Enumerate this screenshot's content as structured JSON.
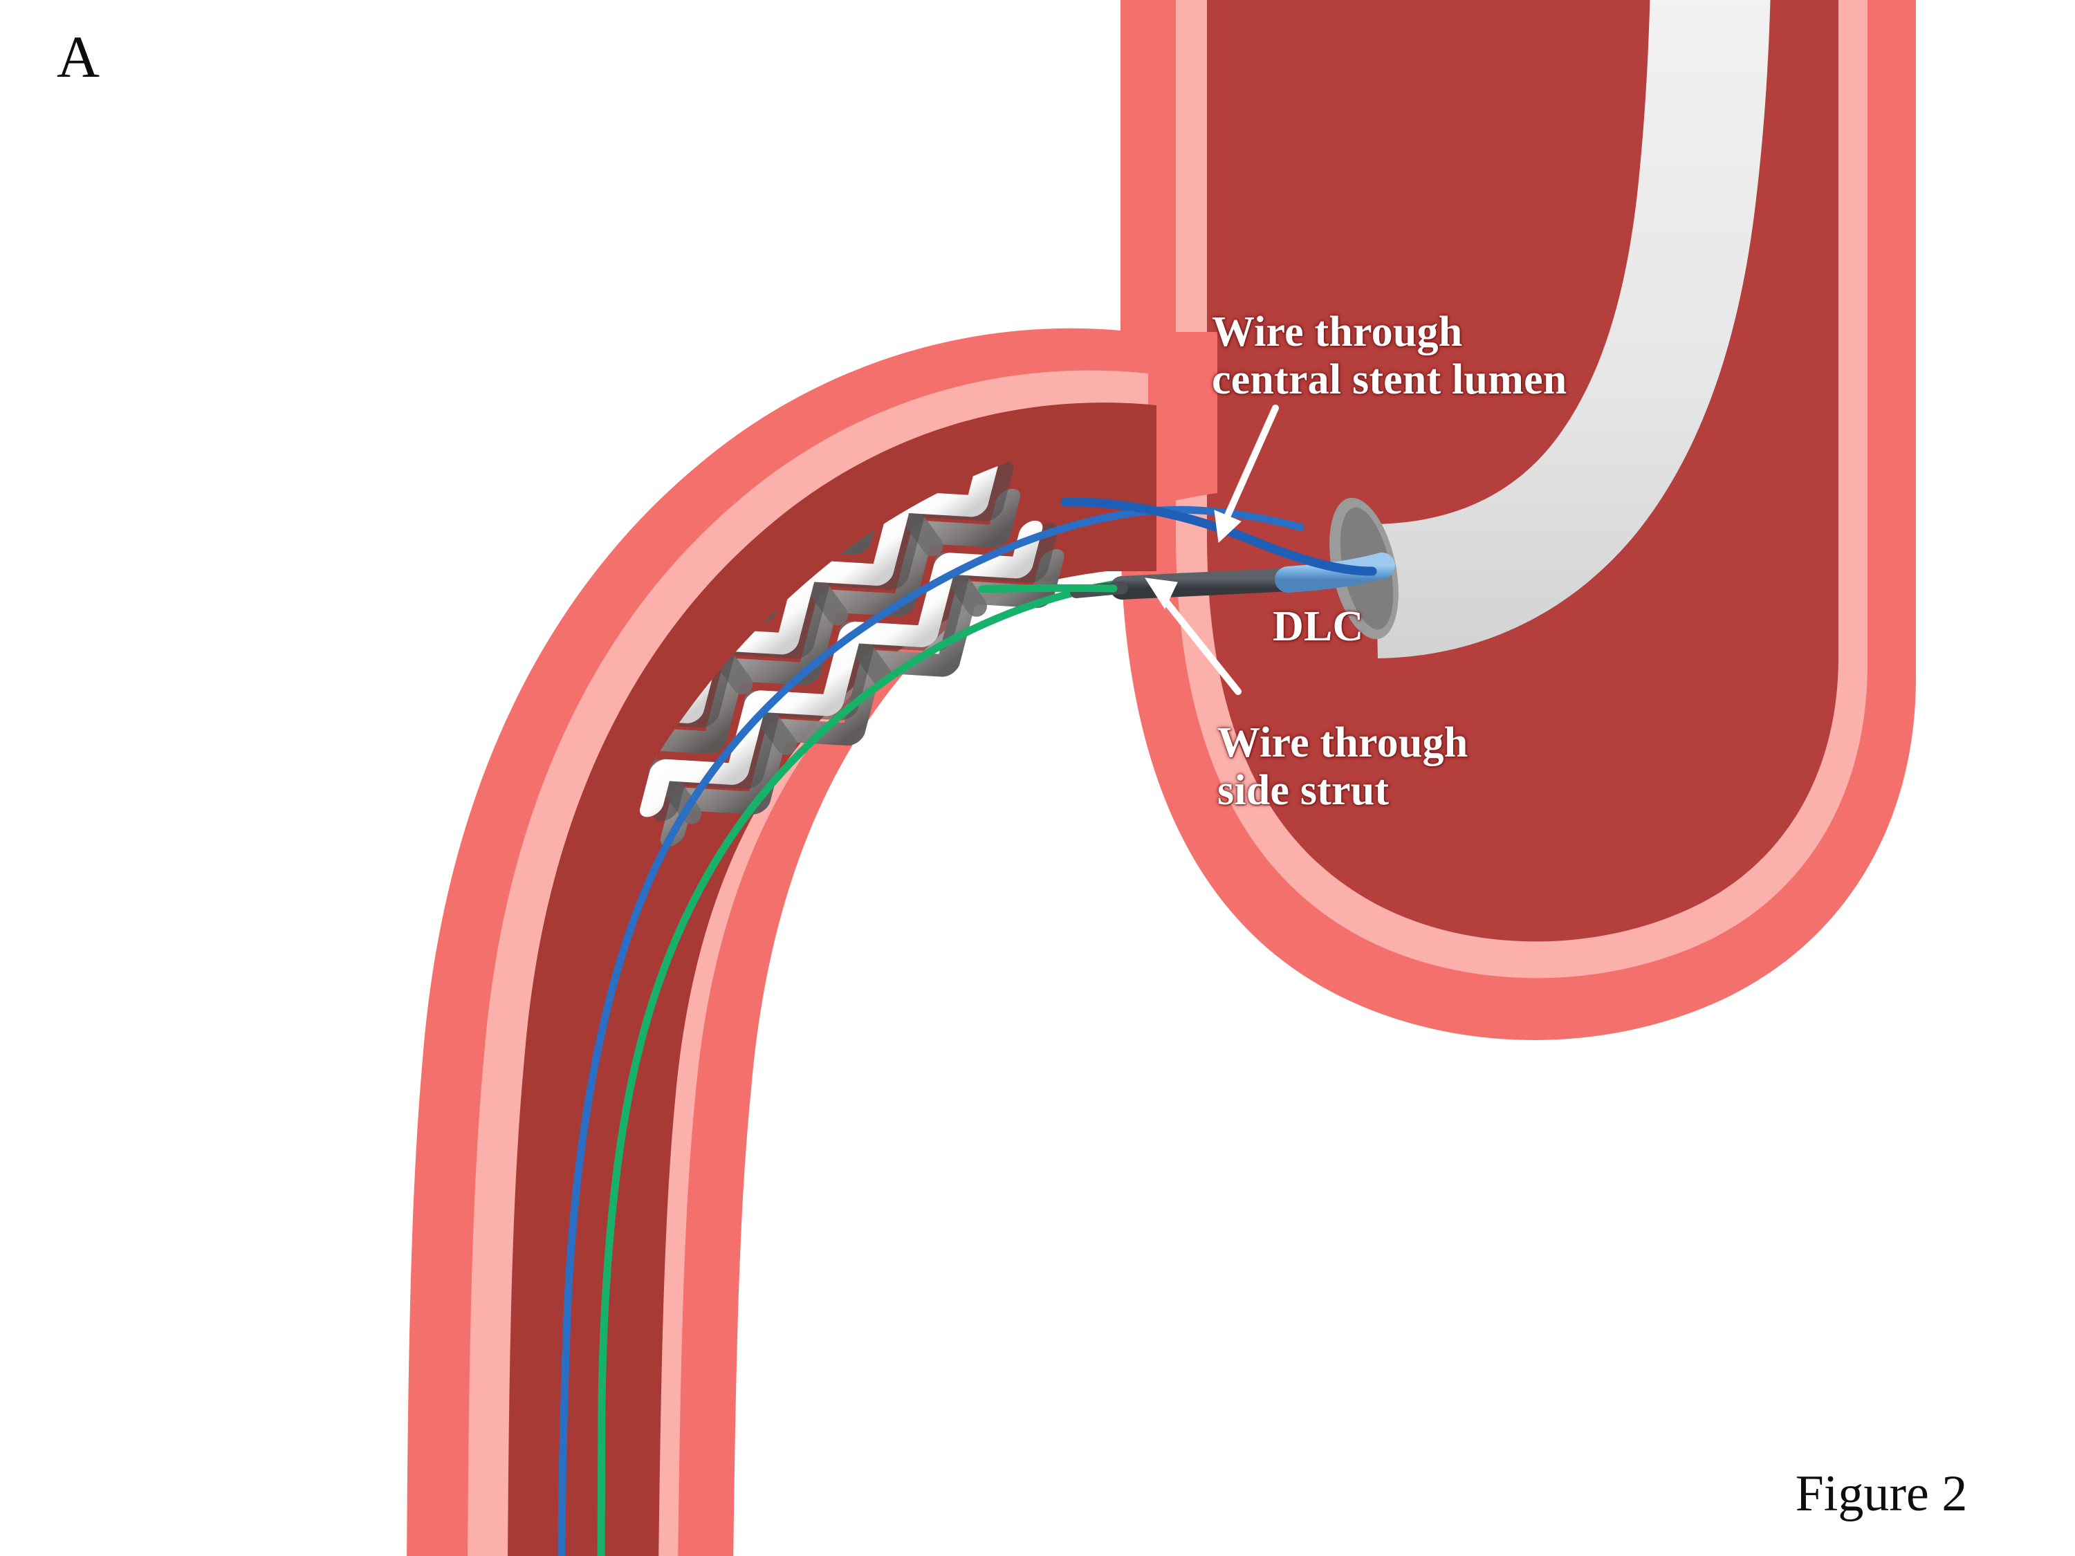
{
  "figure": {
    "panel_label": "A",
    "caption": "Figure 2",
    "background": "#ffffff"
  },
  "annotations": {
    "wire_central_lumen": {
      "line1": "Wire through",
      "line2": "central stent lumen",
      "arrow": "arrow-down-left",
      "color": "#ffffff"
    },
    "dlc": {
      "label": "DLC",
      "color": "#ffffff"
    },
    "wire_side_strut": {
      "line1": "Wire through",
      "line2": "side strut",
      "arrow": "arrow-up-left",
      "color": "#ffffff"
    }
  },
  "anatomy": {
    "aorta_label": "aorta",
    "side_branch_label": "side-branch-vessel",
    "colors": {
      "adventitia": "#F4706C",
      "intima_highlight": "#FBB0AC",
      "lumen_blood": "#A83A36",
      "aorta_lumen": "#B43F3C",
      "vessel_edge": "#E85F5A"
    }
  },
  "devices": {
    "stent": {
      "name": "coronary-stent",
      "ring_count": 9,
      "front_ring_color": "#FFFFFF",
      "back_ring_color": "#7D7D7D",
      "shadow_color": "#5E5E5E"
    },
    "guide_catheter": {
      "name": "guide-catheter",
      "body_color": "#E8E8E8",
      "tip_ring_color": "#8C8C8C"
    },
    "dlc_catheter": {
      "name": "dual-lumen-catheter",
      "shaft_color": "#4D5156",
      "distal_tip_color": "#6FA8DC"
    },
    "wires": [
      {
        "name": "central-lumen-wire",
        "color": "#2B6FC4",
        "path": "through central stent lumen"
      },
      {
        "name": "side-strut-wire",
        "color": "#17B169",
        "path": "through side strut"
      }
    ]
  }
}
